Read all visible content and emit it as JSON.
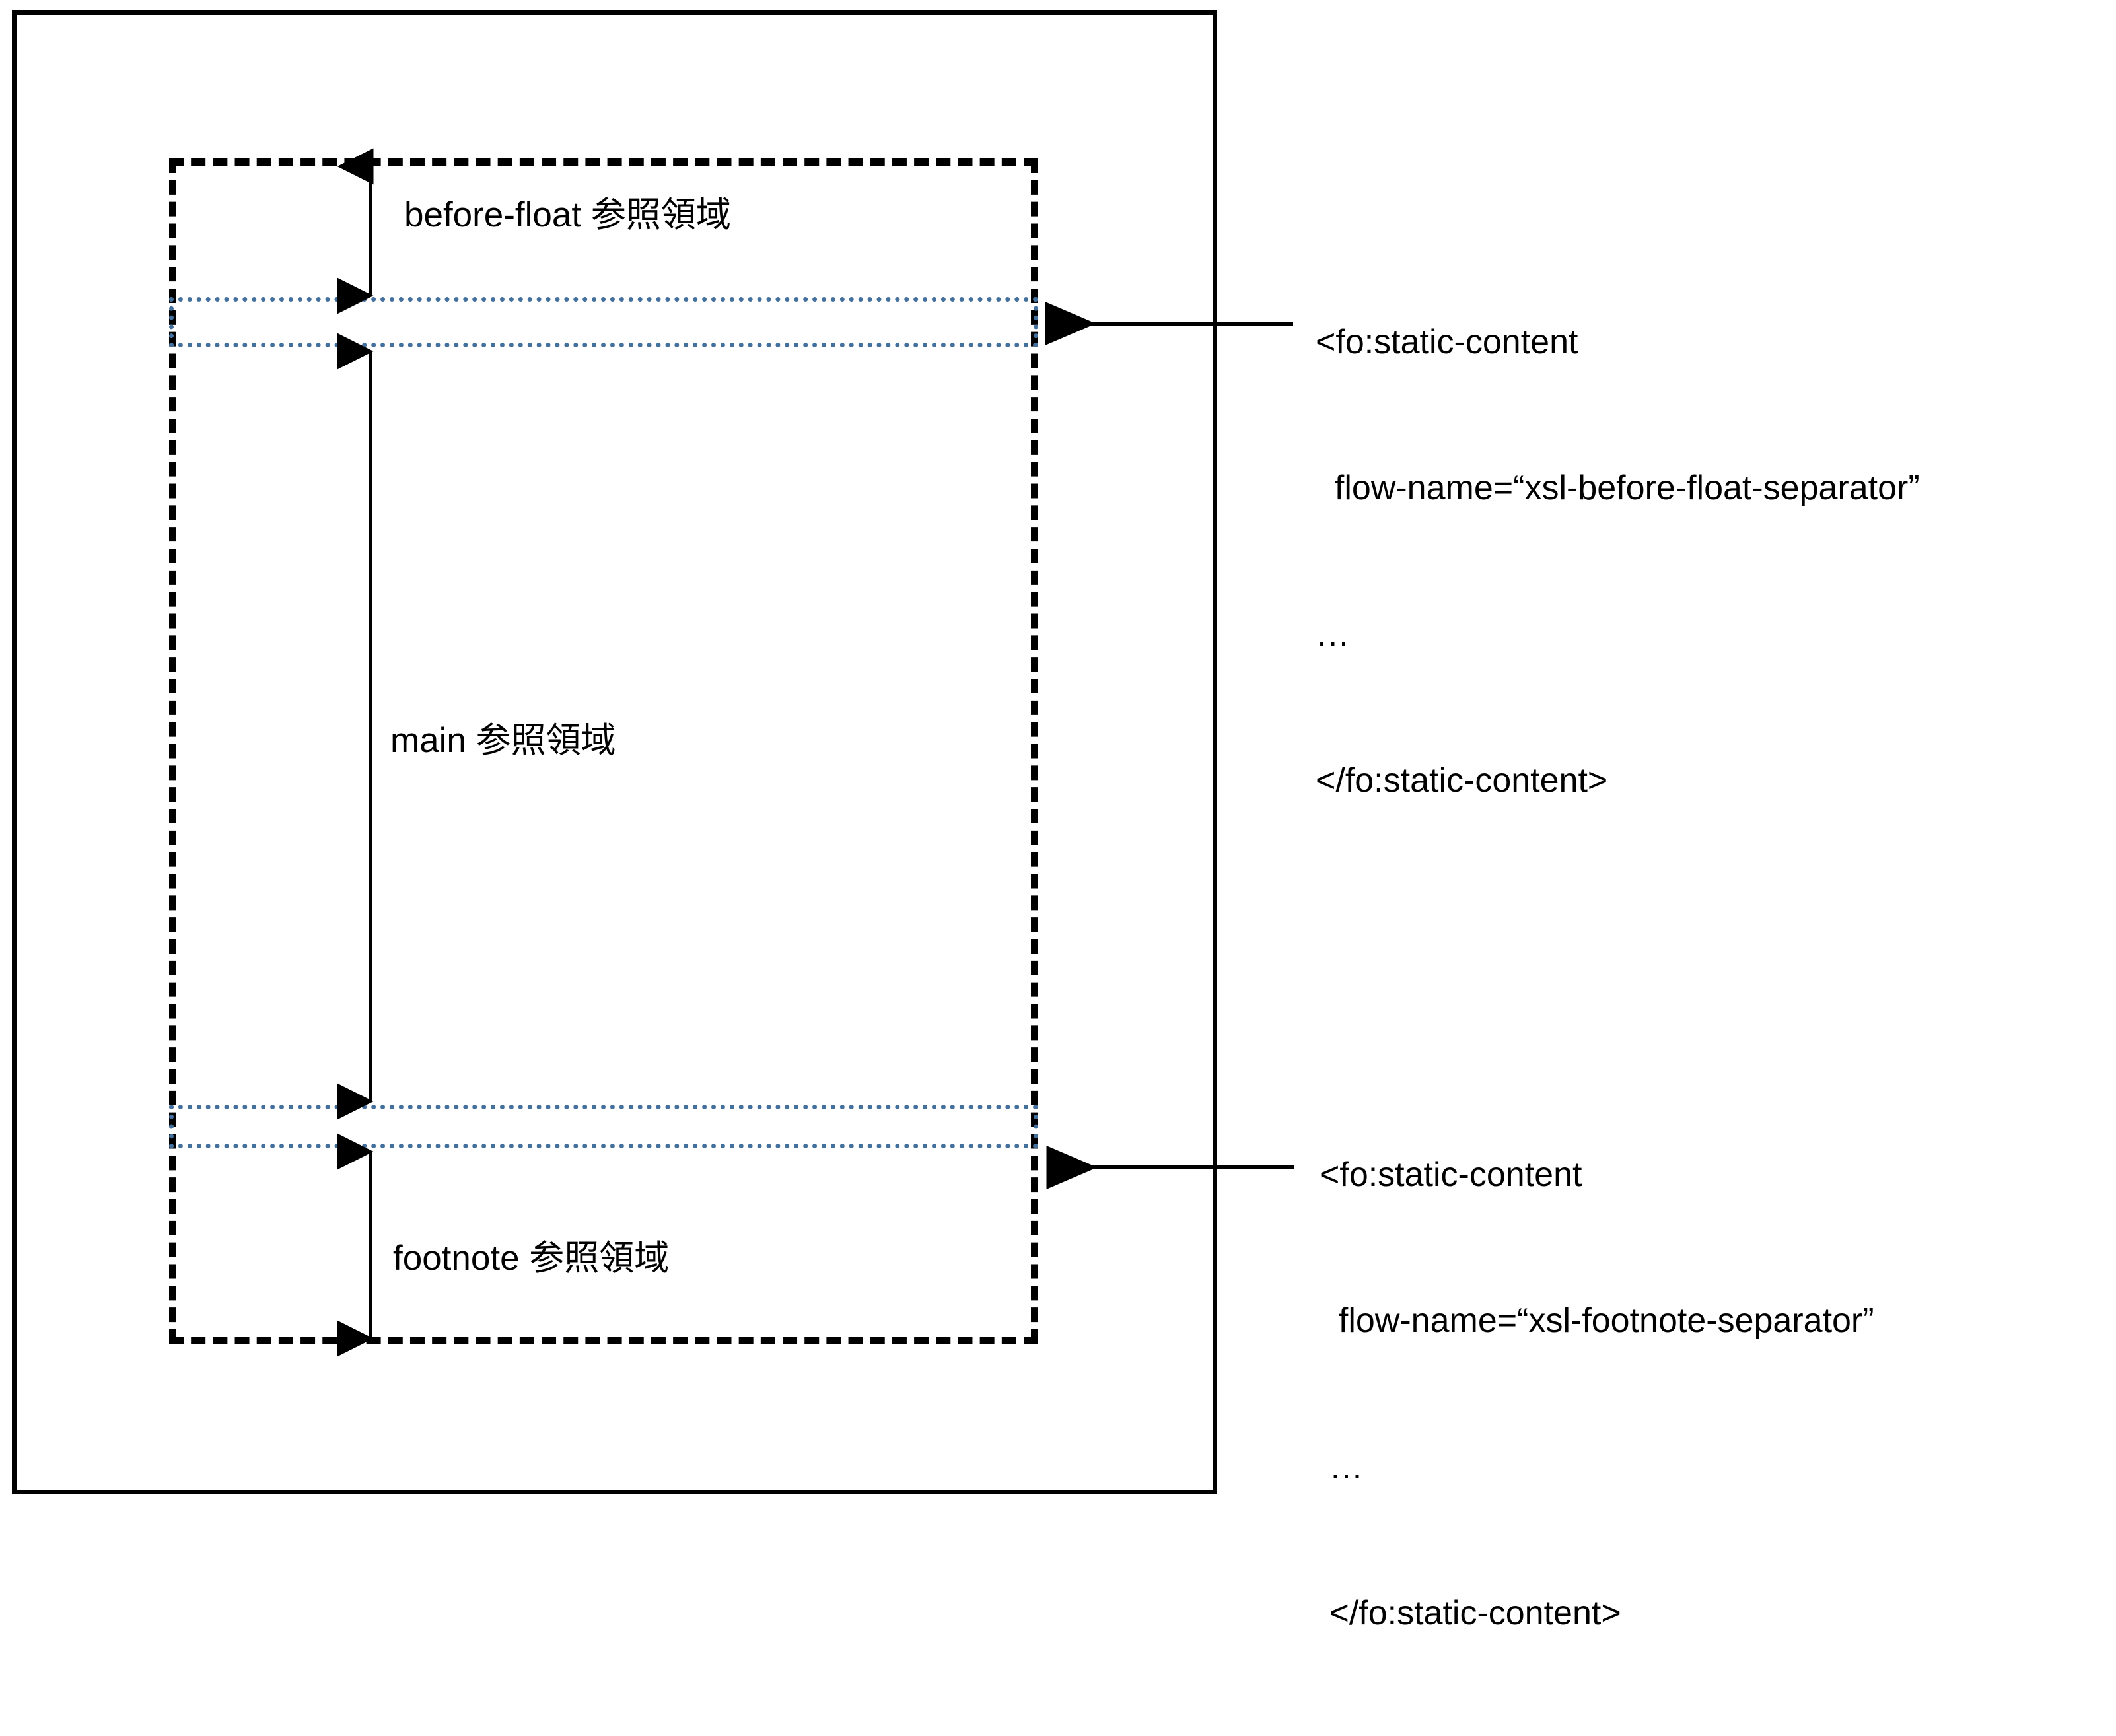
{
  "diagram": {
    "title": "XSL-FO page reference areas with separators",
    "colors": {
      "frame": "#000000",
      "body_region_border": "#000000",
      "separator_border": "#44709e",
      "text": "#000000",
      "background": "#ffffff"
    },
    "page_frame": {
      "name": "page-boundary"
    },
    "body_region": {
      "name": "body-region-dashed-box"
    },
    "regions": [
      {
        "id": "before-float",
        "label": "before-float 参照領域"
      },
      {
        "id": "main",
        "label": "main 参照領域"
      },
      {
        "id": "footnote",
        "label": "footnote 参照領域"
      }
    ],
    "separators": [
      {
        "id": "before-float-separator",
        "name": "before-float-separator-box"
      },
      {
        "id": "footnote-separator",
        "name": "footnote-separator-box"
      }
    ],
    "measure_arrows": [
      {
        "id": "before-float-extent",
        "name": "before-float-extent-arrow"
      },
      {
        "id": "main-extent",
        "name": "main-extent-arrow"
      },
      {
        "id": "footnote-extent",
        "name": "footnote-extent-arrow"
      }
    ],
    "annotations": [
      {
        "id": "before-float-static-content",
        "target": "before-float-separator-box",
        "lines": [
          "<fo:static-content",
          "  flow-name=“xsl-before-float-separator”",
          "…",
          "</fo:static-content>"
        ]
      },
      {
        "id": "footnote-static-content",
        "target": "footnote-separator-box",
        "lines": [
          "<fo:static-content",
          "  flow-name=“xsl-footnote-separator”",
          " …",
          " </fo:static-content>"
        ]
      }
    ]
  }
}
